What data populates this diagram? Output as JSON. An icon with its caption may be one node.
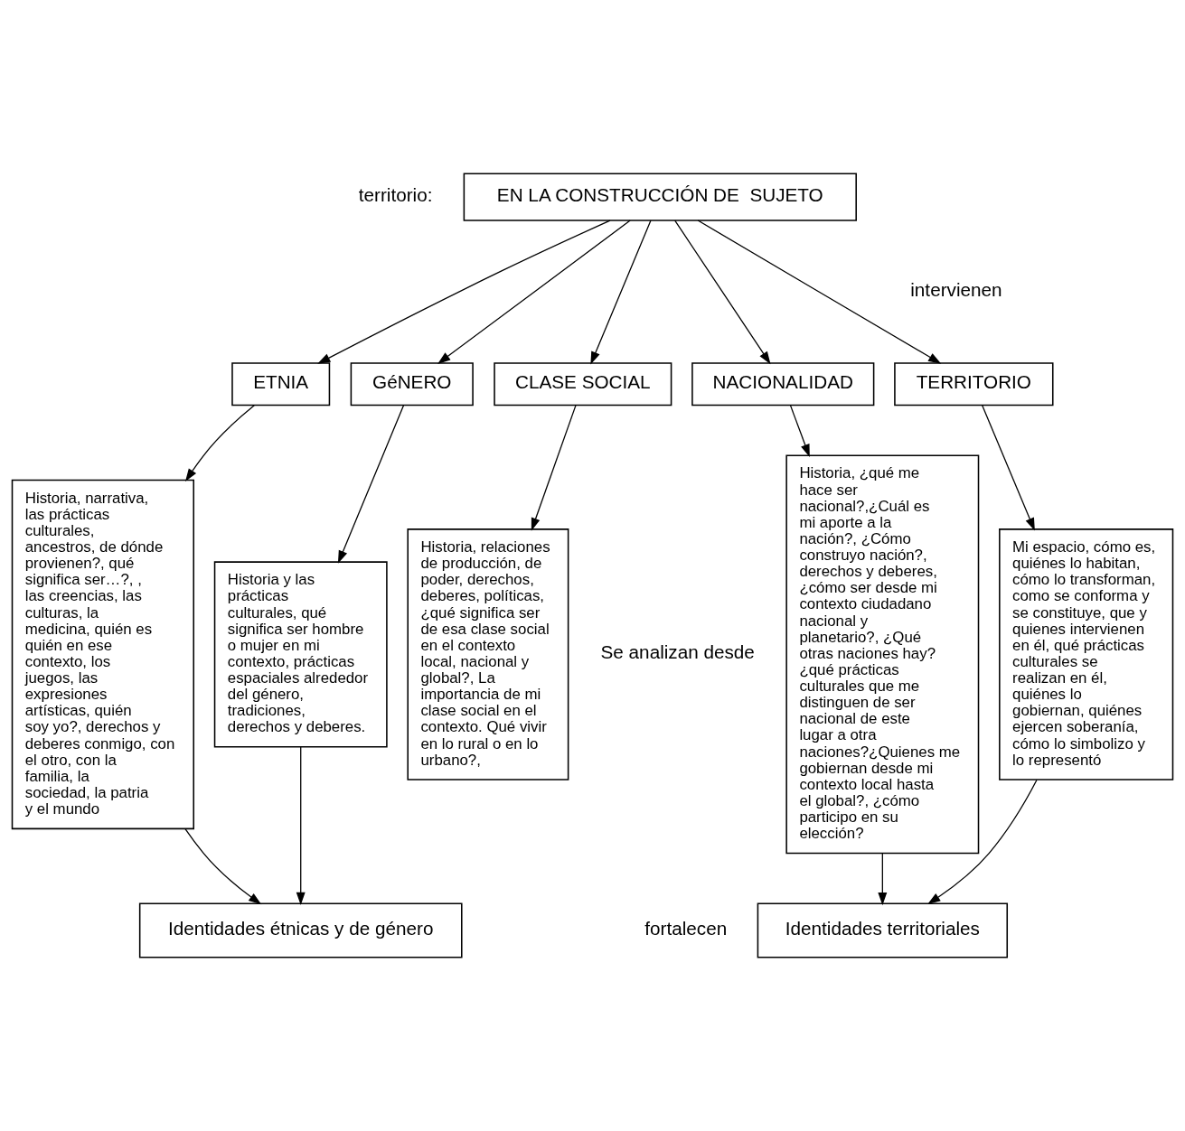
{
  "diagram": {
    "nodes": [
      {
        "text": [
          "EN LA CONSTRUCCIÓN DE  SUJETO"
        ]
      },
      {
        "text": [
          "ETNIA"
        ]
      },
      {
        "text": [
          "GéNERO"
        ]
      },
      {
        "text": [
          "CLASE SOCIAL"
        ]
      },
      {
        "text": [
          "NACIONALIDAD"
        ]
      },
      {
        "text": [
          "TERRITORIO"
        ]
      },
      {
        "text": [
          "Historia, narrativa, las prácticas culturales, ancestros, de dónde provienen?, qué significa ser…?, , las creencias, las culturas, la medicina, quién es quién en ese contexto, los juegos, las expresiones artísticas, quién soy yo?, derechos y deberes conmigo, con el otro, con la familia, la sociedad, la patria y el mundo"
        ]
      },
      {
        "text": [
          "Historia y las prácticas culturales, qué significa ser hombre o mujer en mi contexto, prácticas espaciales alrededor del género, tradiciones, derechos y deberes."
        ]
      },
      {
        "text": [
          "Historia, relaciones de producción, de poder, derechos, deberes, políticas, ¿qué significa ser de esa clase social en el contexto local, nacional y global?, La importancia de mi clase social en el contexto. Qué vivir en lo rural o en lo urbano?,"
        ]
      },
      {
        "text": [
          "Historia, ¿qué me hace ser nacional?,¿Cuál es mi aporte a la nación?, ¿Cómo construyo nación?, derechos y deberes, ¿cómo ser desde mi contexto ciudadano nacional y planetario?, ¿Qué otras naciones hay? ¿qué prácticas culturales que me distinguen de ser nacional de este lugar a otra naciones?¿Quienes me gobiernan desde mi contexto local hasta el global?, ¿cómo participo en su elección?"
        ]
      },
      {
        "text": [
          "Mi espacio, cómo es, quiénes lo habitan, cómo lo transforman, como se conforma y se constituye, que y quienes intervienen en él, qué prácticas culturales se realizan en él, quiénes lo gobiernan, quiénes ejercen soberanía, cómo lo simbolizo y lo representó"
        ]
      },
      {
        "text": [
          "Identidades étnicas y de género"
        ]
      },
      {
        "text": [
          "Identidades territoriales"
        ]
      }
    ],
    "edges": [
      {
        "from": 0,
        "to": 1,
        "arrow": "to"
      },
      {
        "from": 0,
        "to": 2,
        "arrow": "to"
      },
      {
        "from": 0,
        "to": 3,
        "arrow": "to"
      },
      {
        "from": 0,
        "to": 4,
        "arrow": "to"
      },
      {
        "from": 0,
        "to": 5,
        "arrow": "to"
      },
      {
        "from": 1,
        "to": 6,
        "arrow": "to"
      },
      {
        "from": 2,
        "to": 7,
        "arrow": "to"
      },
      {
        "from": 3,
        "to": 8,
        "arrow": "to"
      },
      {
        "from": 4,
        "to": 9,
        "arrow": "to"
      },
      {
        "from": 5,
        "to": 10,
        "arrow": "to"
      },
      {
        "from": 6,
        "to": 11,
        "arrow": "to"
      },
      {
        "from": 7,
        "to": 11,
        "arrow": "to"
      },
      {
        "from": 9,
        "to": 12,
        "arrow": "to"
      },
      {
        "from": 10,
        "to": 12,
        "arrow": "to"
      }
    ],
    "labels": [
      "territorio:",
      "intervienen",
      "Se analizan desde",
      "fortalecen"
    ]
  }
}
